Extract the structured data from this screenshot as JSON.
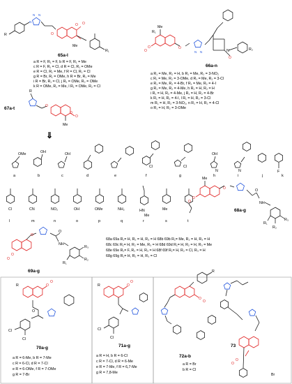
{
  "compounds": {
    "c65": {
      "label": "65a-l",
      "substituents": {
        "r1": "R",
        "r2": "R₁",
        "me": "Me"
      },
      "rows": [
        "a  R = F, R₁ = F,    b  R = F, R₁ = Me",
        "c  R = F, R₁ = Cl,   d  R = Cl, R₁ = OMe",
        "e  R = Cl, R₁ = Me,  f  R = Cl, R₁ = Cl",
        "g  R = Br, R₁ = OMe, h  R = Br, R₁ = Me",
        "i  R = Br, R₁ = Cl,  j  R₁ = OMe, R₂ = OMe",
        "k  R = OMe, R₁ = Me, l  R₁ = OMe, R₂ = Cl"
      ]
    },
    "c66": {
      "label": "66a-n",
      "substituents": {
        "me": "Me",
        "r1": "R₁",
        "r2": "R₂",
        "n": "N"
      },
      "rows": [
        "a  R₁ = Me, R₂ = H,        b  R₁ = Me, R₂ = 3-NO₂",
        "c  R₁ = Me, R₂ = 3-OMe,    d  R₁ = Me, R₂ = 3-Cl",
        "e  R₁ = Me, R₂ = 4-Br,     f  R₁ = Me, R₂ = 4-I",
        "g  R₁ = Me, R₂ = 4-Me,     h  R₁ = H, R₂ = H",
        "i  R₁ = H, R₂ = 4-Me,      j  R₁ = H, R₂ = 4-Br",
        "k  R₁ = H, R₂ = 4-I,       l  R₁ = H, R₂ = 3-Cl",
        "m  R₁ = H, R₂ = 3-NO₂,     n  R₁ = H, R₂ = 4-Cl",
        "o  R₁ = H, R₂ = 3-OMe"
      ]
    },
    "c67": {
      "label": "67a-t",
      "substituents": {
        "r": "R",
        "me": "Me"
      }
    },
    "arrow": "⇓",
    "r_groups_row1": [
      "a",
      "b",
      "c",
      "d",
      "e",
      "f",
      "g",
      "h",
      "i",
      "j",
      "k"
    ],
    "r_groups_row1_subs": {
      "ome": "OMe",
      "oh": "OH",
      "cl": "Cl",
      "f": "F",
      "n": "N"
    },
    "r_groups_row2": [
      "l",
      "m",
      "n",
      "o",
      "p",
      "q",
      "r",
      "s",
      "t"
    ],
    "r_groups_row2_subs": [
      "Cl",
      "CN",
      "NO₂",
      "OH",
      "OMe",
      "NH₂",
      "HN",
      "Me",
      ""
    ],
    "r_groups_row2_extra": {
      "me": "Me"
    },
    "c68": {
      "label": "68a-g",
      "substituents": {
        "me": "Me",
        "r1": "R₁",
        "r2": "R₂",
        "r3": "R₃",
        "nh": "NH"
      },
      "rows": [
        "68a 69a R₁= H, R₂ = H, R₃ = H      68b 69b R₁= Me, R₂ = H, R₃ = H",
        "68c 69c R₁= H, R₂ = Me, R₃ = H     68d 69d R₁= H, R₂ = H, R₃ = Me",
        "68e 69e R₁= F, R₂ = H, R₃ = H      68f 69f R₁= H, R₂ = Cl, R₃ = H",
        "68g 69g R₁= H, R₂ = H, R₃ = Cl"
      ]
    },
    "c69": {
      "label": "69a-g",
      "substituents": {
        "r1": "R₁",
        "r2": "R₂",
        "r3": "R₃",
        "nh": "NH"
      }
    },
    "c70": {
      "label": "70a-g",
      "substituents": {
        "r": "R",
        "cl1": "Cl",
        "cl2": "Cl"
      },
      "rows": [
        "a  R = 6-Me,    b  R = 7-Me",
        "c  R = 6-Cl,    d  R = 7-Cl",
        "e  R = 6-OMe,   f  R = 7-OMe",
        "g  R = 7-Br"
      ]
    },
    "c71": {
      "label": "71a-g",
      "substituents": {
        "r": "R",
        "cl1": "Cl",
        "cl2": "Cl"
      },
      "rows": [
        "a  R = H,      b  R = 6-Cl",
        "c  R = 7-Cl,   d  R = 6-Me",
        "e  R = 7-Me,   f  R = 6,7-Me",
        "g  R = 7,8-Me"
      ]
    },
    "c72": {
      "label": "72a-b",
      "substituents": {
        "r": "R"
      },
      "rows": [
        "a  R = Br",
        "b  R = Cl"
      ]
    },
    "c73": {
      "label": "73",
      "substituents": {
        "br": "Br"
      }
    },
    "colors": {
      "coumarin": "#e02020",
      "triazole": "#2255dd",
      "frame": "#9a9a9a"
    }
  }
}
